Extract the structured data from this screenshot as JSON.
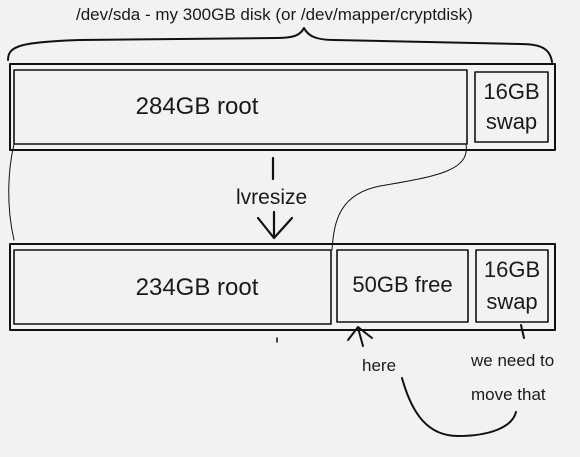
{
  "title": "/dev/sda - my 300GB disk (or /dev/mapper/cryptdisk)",
  "before": {
    "root": "284GB root",
    "swap_line1": "16GB",
    "swap_line2": "swap"
  },
  "arrow_label": "lvresize",
  "after": {
    "root": "234GB root",
    "free": "50GB free",
    "swap_line1": "16GB",
    "swap_line2": "swap"
  },
  "notes": {
    "here": "here",
    "move_line1": "we need to",
    "move_line2": "move that"
  },
  "colors": {
    "ink": "#111111",
    "background": "#f2f2f2"
  }
}
